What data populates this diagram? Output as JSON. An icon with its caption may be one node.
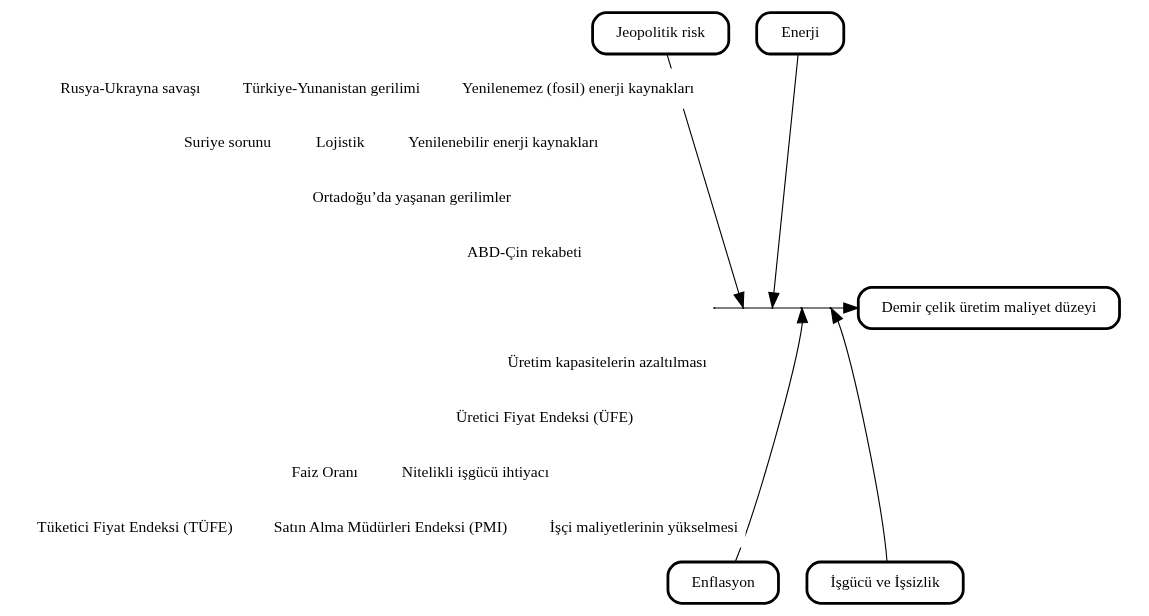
{
  "diagram": {
    "nodes": [
      {
        "text": [
          "Jeopolitik risk"
        ]
      },
      {
        "text": [
          "Enerji"
        ]
      },
      {
        "text": [
          "Enflasyon"
        ]
      },
      {
        "text": [
          "İşgücü ve İşsizlik"
        ]
      },
      {
        "text": [
          "Demir çelik üretim maliyet düzeyi"
        ]
      }
    ],
    "edges": [
      {
        "from": null,
        "to": 4,
        "arrow": "to"
      },
      {
        "from": 0,
        "to": null,
        "arrow": "to"
      },
      {
        "from": 1,
        "to": null,
        "arrow": "to"
      },
      {
        "from": 2,
        "to": null,
        "arrow": "to"
      },
      {
        "from": 3,
        "to": null,
        "arrow": "to"
      }
    ],
    "labels": [
      "Rusya-Ukrayna savaşı",
      "Türkiye-Yunanistan gerilimi",
      "Yenilenemez (fosil) enerji kaynakları",
      "Suriye sorunu",
      "Lojistik",
      "Yenilenebilir enerji kaynakları",
      "Ortadoğu’da yaşanan gerilimler",
      "ABD-Çin rekabeti",
      "Üretim kapasitelerin azaltılması",
      "Üretici Fiyat Endeksi (ÜFE)",
      "Faiz Oranı",
      "Nitelikli işgücü ihtiyacı",
      "Tüketici Fiyat Endeksi (TÜFE)",
      "Satın Alma Müdürleri Endeksi (PMI)",
      "İşçi maliyetlerinin yükselmesi"
    ]
  }
}
